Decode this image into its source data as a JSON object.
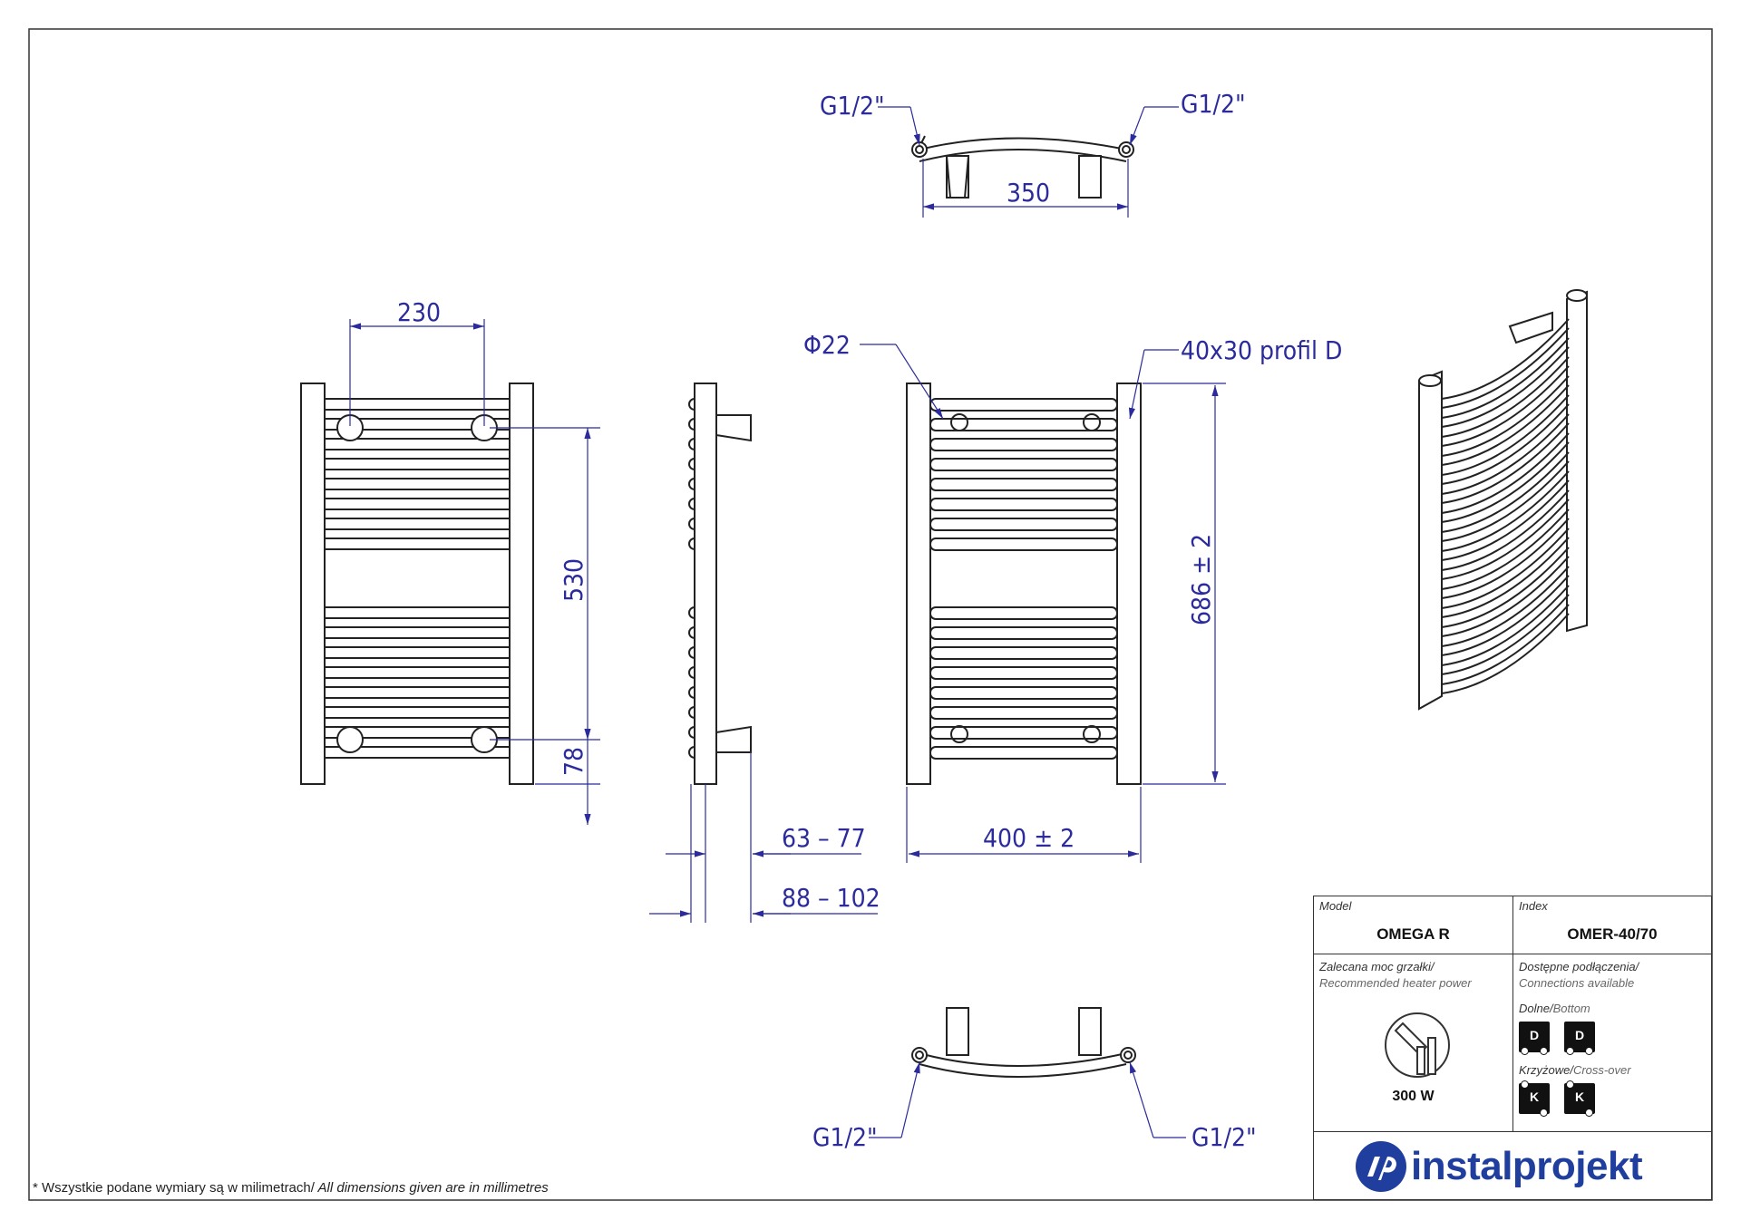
{
  "dimensions": {
    "top_view_width": "350",
    "top_left_connection": "G1/2\"",
    "top_right_connection": "G1/2\"",
    "front_axis_spacing": "230",
    "front_vertical_spacing": "530",
    "front_bottom_offset": "78",
    "side_depth_1": "63 – 77",
    "side_depth_2": "88 – 102",
    "tube_diameter": "Φ22",
    "profile": "40x30 profil D",
    "height": "686 ± 2",
    "width": "400 ± 2",
    "bottom_left_connection": "G1/2\"",
    "bottom_right_connection": "G1/2\""
  },
  "footnote": {
    "pl": "* Wszystkie podane wymiary są w milimetrach/",
    "en": " All dimensions given are in millimetres"
  },
  "title_block": {
    "model_label": "Model",
    "model_value": "OMEGA R",
    "index_label": "Index",
    "index_value": "OMER-40/70",
    "heater_label_pl": "Zalecana moc grzałki/",
    "heater_label_en": "Recommended heater power",
    "heater_power": "300 W",
    "connections_label_pl": "Dostępne podłączenia/",
    "connections_label_en": "Connections available",
    "bottom_label_pl": "Dolne/",
    "bottom_label_en": "Bottom",
    "bottom_badges": [
      "D",
      "D"
    ],
    "cross_label_pl": "Krzyżowe/",
    "cross_label_en": "Cross-over",
    "cross_badges": [
      "K",
      "K"
    ]
  },
  "brand": {
    "name": "instalprojekt",
    "color": "#1f3e9e"
  },
  "colors": {
    "dimension": "#2b2b9b",
    "outline": "#222222"
  }
}
